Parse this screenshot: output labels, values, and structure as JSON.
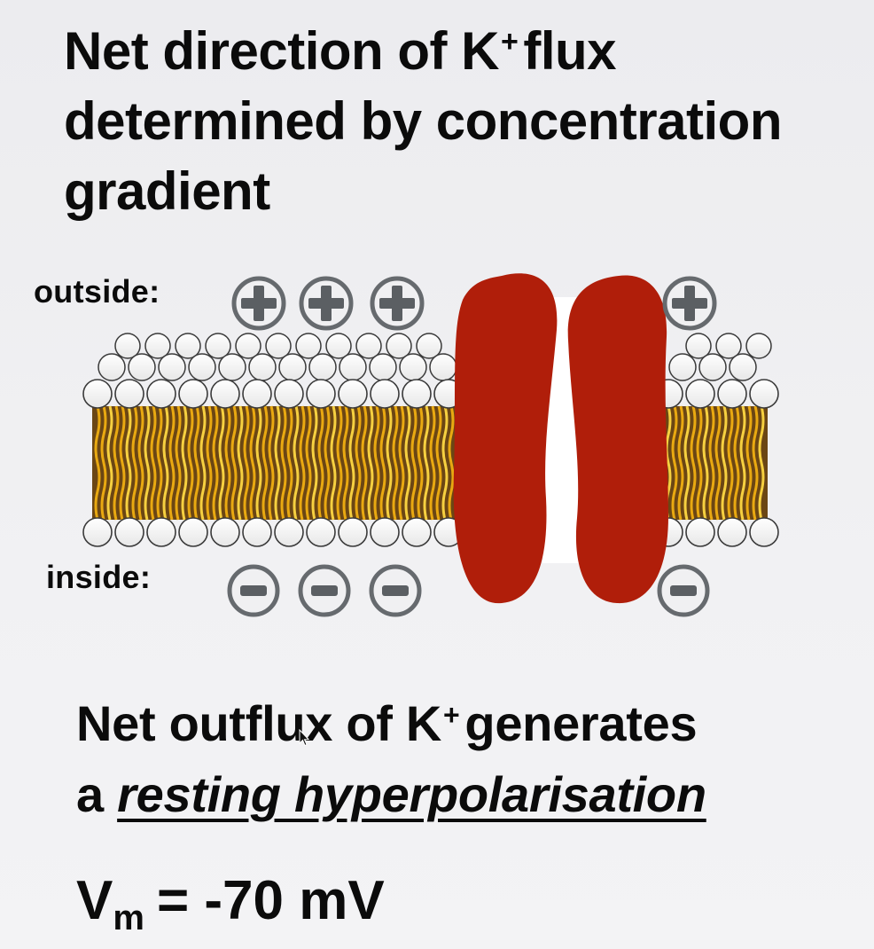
{
  "title": {
    "line1_pre": "Net direction of K",
    "line1_sup": "+",
    "line1_post": "flux",
    "line2": "determined by concentration",
    "line3": "gradient"
  },
  "diagram": {
    "outside_label": "outside:",
    "inside_label": "inside:",
    "outside_charge_count": 4,
    "inside_charge_count": 4,
    "colors": {
      "channel": "#b01e0a",
      "charge_ring": "#666a6e",
      "charge_fill": "#f0f0f2",
      "phospholipid_head": "#ffffff",
      "tail_gold": "#e9a911",
      "tail_dark": "#6b4614"
    }
  },
  "summary": {
    "line1_pre": "Net outflux of K",
    "line1_sup": "+",
    "line1_post": "generates",
    "line2_pre": "a ",
    "line2_emph": "resting hyperpolarisation"
  },
  "equation": {
    "var": "V",
    "sub": "m",
    "rest": "= -70 mV"
  }
}
